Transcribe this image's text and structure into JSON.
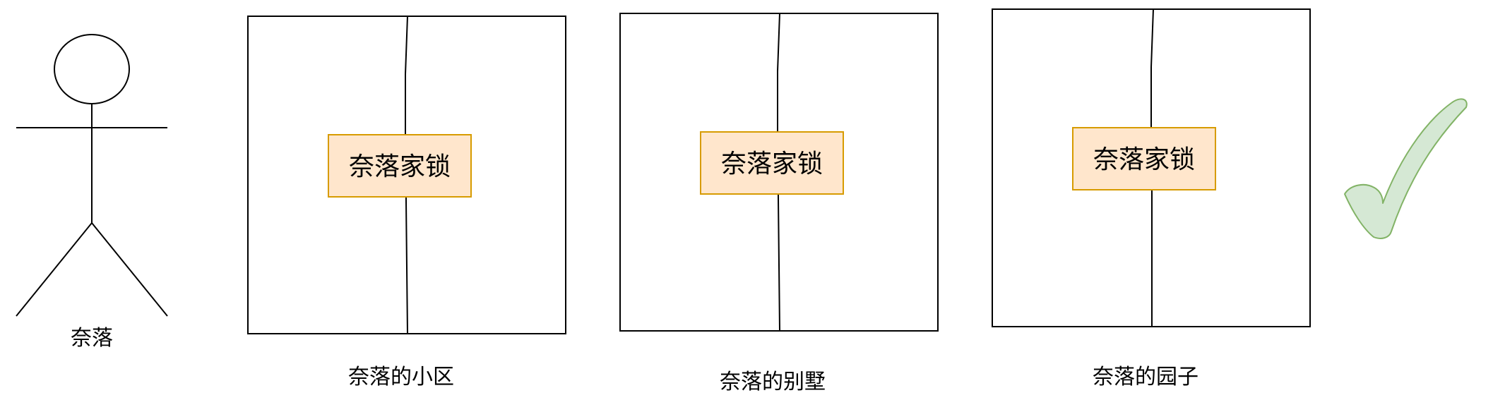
{
  "person": {
    "label": "奈落"
  },
  "lock_label": "奈落家锁",
  "properties": [
    {
      "caption": "奈落的小区",
      "lock": "奈落家锁"
    },
    {
      "caption": "奈落的别墅",
      "lock": "奈落家锁"
    },
    {
      "caption": "奈落的园子",
      "lock": "奈落家锁"
    }
  ],
  "checkmark": {
    "icon": "checkmark-icon",
    "fill": "#d5e8d4",
    "stroke": "#82b366"
  },
  "colors": {
    "lock_fill": "#ffe6cc",
    "lock_stroke": "#d79b00",
    "line": "#000000"
  }
}
